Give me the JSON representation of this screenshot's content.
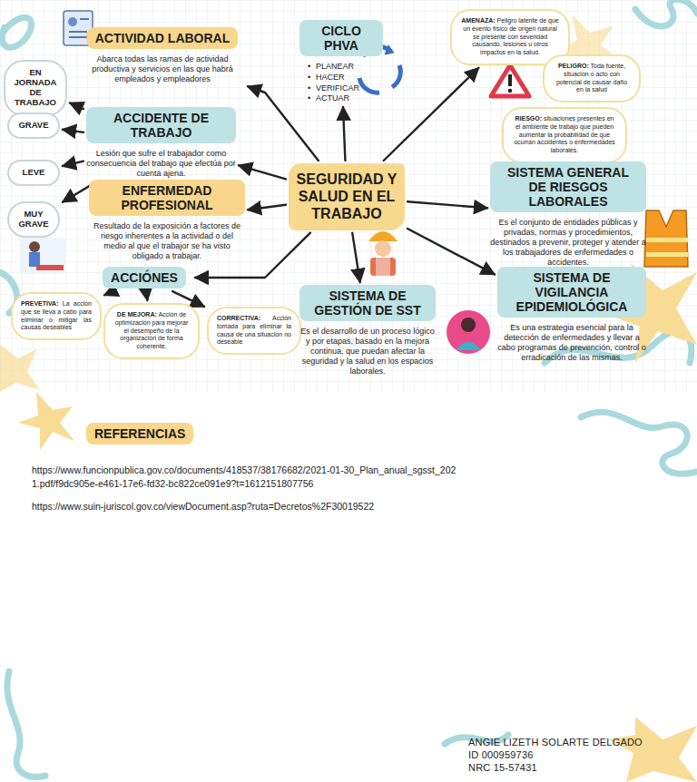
{
  "diagram": {
    "nodes": [
      {
        "text": [
          "SEGURIDAD Y SALUD EN EL TRABAJO"
        ]
      },
      {
        "text": [
          "ACTIVIDAD LABORAL",
          "Abarca todas las ramas de actividad productiva y servicios en las que habrá empleados y empleadores"
        ]
      },
      {
        "text": [
          "CICLO PHVA",
          "PLANEAR",
          "HACER",
          "VERIFICAR",
          "ACTUAR"
        ]
      },
      {
        "text": [
          "AMENAZA:",
          "Peligro latente de que un evento físico de origen natural se presente con severidad causando, lesiones u otros impactos en la salud."
        ]
      },
      {
        "text": [
          "PELIGRO:",
          "Toda fuente, situación o acto con potencial de causar daño en la salud"
        ]
      },
      {
        "text": [
          "RIESGO:",
          "situaciones presentes en el ambiente de trabajo que pueden aumentar la probabilidad de que ocurran accidentes o enfermedades laborales."
        ]
      },
      {
        "text": [
          "ACCIDENTE DE TRABAJO",
          "Lesión que sufre el trabajador como consecuencia del trabajo que efectúa por cuenta ajena."
        ]
      },
      {
        "text": [
          "EN JORNADA DE TRABAJO"
        ]
      },
      {
        "text": [
          "GRAVE"
        ]
      },
      {
        "text": [
          "LEVE"
        ]
      },
      {
        "text": [
          "MUY GRAVE"
        ]
      },
      {
        "text": [
          "ENFERMEDAD PROFESIONAL",
          "Resultado de la exposición a factores de riesgo inherentes a la actividad o del medio al que el trabajor se ha visto obligado a trabajar."
        ]
      },
      {
        "text": [
          "ACCIÓNES"
        ]
      },
      {
        "text": [
          "PREVETIVA:",
          "La acción que se lleva a cabo para eliminar o mitigar las causas deseables"
        ]
      },
      {
        "text": [
          "DE MEJORA:",
          "Acción de optimización para mejorar el desempeño de la organización de forma coherente."
        ]
      },
      {
        "text": [
          "CORRECTIVA:",
          "Acción tomada para eliminar la causa de una situacion no deseable"
        ]
      },
      {
        "text": [
          "SISTEMA DE GESTIÓN DE SST",
          "Es el desarrollo de un proceso lógico y por etapas, basado en la mejora continua, que puedan afectar la seguridad y la salud en los espacios laborales."
        ]
      },
      {
        "text": [
          "SISTEMA GENERAL DE RIESGOS LABORALES",
          "Es el conjunto de entidades públicas y privadas, normas y procedimientos, destinados a prevenir, proteger y atender a los trabajadores de enfermedades o accidentes."
        ]
      },
      {
        "text": [
          "SISTEMA DE VIGILANCIA EPIDEMIOLÓGICA",
          "Es una estrategia esencial para la detección de enfermedades y llevar a cabo programas de prevención, control o erradicación de las mismas."
        ]
      },
      {
        "text": [
          "REFERENCIAS"
        ]
      }
    ],
    "edges": [
      {
        "from": 0,
        "to": 1,
        "arrow": "to"
      },
      {
        "from": 0,
        "to": 2,
        "arrow": "to"
      },
      {
        "from": 0,
        "to": 3,
        "arrow": "to"
      },
      {
        "from": 0,
        "to": 6,
        "arrow": "to"
      },
      {
        "from": 0,
        "to": 11,
        "arrow": "to"
      },
      {
        "from": 0,
        "to": 12,
        "arrow": "to"
      },
      {
        "from": 0,
        "to": 16,
        "arrow": "to"
      },
      {
        "from": 0,
        "to": 17,
        "arrow": "to"
      },
      {
        "from": 0,
        "to": 18,
        "arrow": "to"
      },
      {
        "from": 6,
        "to": 7,
        "arrow": "to"
      },
      {
        "from": 6,
        "to": 8,
        "arrow": "to"
      },
      {
        "from": 6,
        "to": 9,
        "arrow": "to"
      },
      {
        "from": 6,
        "to": 10,
        "arrow": "to"
      },
      {
        "from": 12,
        "to": 13,
        "arrow": "to"
      },
      {
        "from": 12,
        "to": 14,
        "arrow": "to"
      },
      {
        "from": 12,
        "to": 15,
        "arrow": "to"
      }
    ],
    "labels": [
      "https://www.funcionpublica.gov.co/documents/418537/38176682/2021-01-30_Plan_anual_sgsst_2021.pdf/f9dc905e-e461-17e6-fd32-bc822ce091e9?t=1612151807756",
      "https://www.suin-juriscol.gov.co/viewDocument.asp?ruta=Decretos%2F30019522",
      "ANGIE LIZETH SOLARTE DELGADO",
      "ID 000959736",
      "NRC 15-57431"
    ]
  }
}
